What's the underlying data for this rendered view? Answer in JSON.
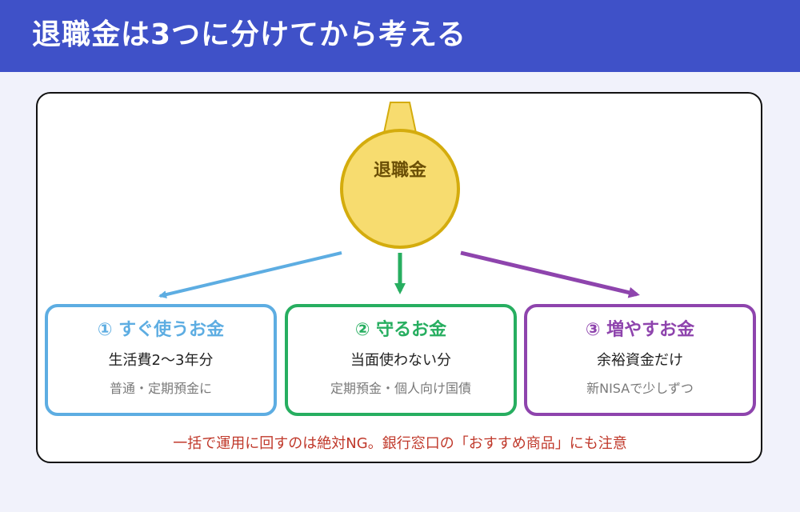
{
  "header": {
    "title": "退職金は3つに分けてから考える"
  },
  "colors": {
    "header_bg": "#3f51c8",
    "coin_fill": "#f7dc6f",
    "coin_stroke": "#d4ac0d",
    "blue": "#5dade2",
    "green": "#27ae60",
    "purple": "#8e44ad",
    "warning": "#c0392b"
  },
  "coin": {
    "label": "退職金"
  },
  "boxes": [
    {
      "title": "① すぐ使うお金",
      "subtitle": "生活費2〜3年分",
      "note": "普通・定期預金に",
      "color": "#5dade2"
    },
    {
      "title": "② 守るお金",
      "subtitle": "当面使わない分",
      "note": "定期預金・個人向け国債",
      "color": "#27ae60"
    },
    {
      "title": "③ 増やすお金",
      "subtitle": "余裕資金だけ",
      "note": "新NISAで少しずつ",
      "color": "#8e44ad"
    }
  ],
  "warning": "一括で運用に回すのは絶対NG。銀行窓口の「おすすめ商品」にも注意"
}
